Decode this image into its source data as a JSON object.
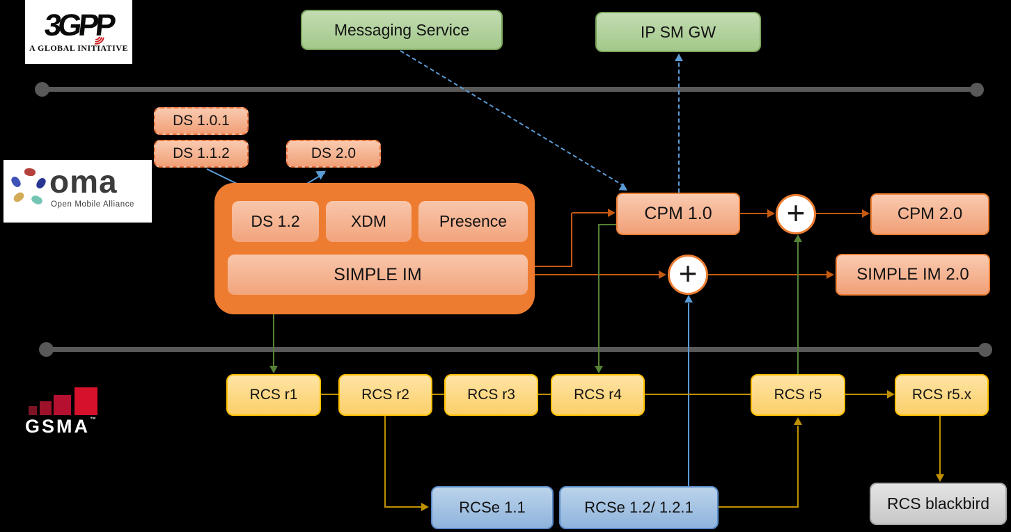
{
  "logos": {
    "threegpp": {
      "text": "3GPP",
      "tagline": "A GLOBAL INITIATIVE"
    },
    "oma": {
      "text": "oma",
      "tagline": "Open Mobile Alliance"
    },
    "gsma": {
      "text": "GSMA",
      "tm": "TM"
    }
  },
  "nodes": {
    "messaging_service": {
      "label": "Messaging Service"
    },
    "ip_sm_gw": {
      "label": "IP SM GW"
    },
    "ds_1_0_1": {
      "label": "DS 1.0.1"
    },
    "ds_1_1_2": {
      "label": "DS 1.1.2"
    },
    "ds_2_0": {
      "label": "DS 2.0"
    },
    "ds_1_2": {
      "label": "DS 1.2"
    },
    "xdm": {
      "label": "XDM"
    },
    "presence": {
      "label": "Presence"
    },
    "simple_im": {
      "label": "SIMPLE IM"
    },
    "cpm_1_0": {
      "label": "CPM 1.0"
    },
    "cpm_2_0": {
      "label": "CPM 2.0"
    },
    "simple_im_2_0": {
      "label": "SIMPLE IM 2.0"
    },
    "rcs_r1": {
      "label": "RCS r1"
    },
    "rcs_r2": {
      "label": "RCS r2"
    },
    "rcs_r3": {
      "label": "RCS r3"
    },
    "rcs_r4": {
      "label": "RCS r4"
    },
    "rcs_r5": {
      "label": "RCS r5"
    },
    "rcs_r5x": {
      "label": "RCS r5.x"
    },
    "rcse_1_1": {
      "label": "RCSe 1.1"
    },
    "rcse_1_2": {
      "label": "RCSe 1.2/ 1.2.1"
    },
    "rcs_blackbird": {
      "label": "RCS blackbird"
    }
  },
  "symbols": {
    "plus": "+"
  },
  "colors": {
    "background": "#000000",
    "green_fill": "#aecf99",
    "green_border": "#7ba45c",
    "orange_container": "#ee7c30",
    "salmon_fill": "#f5b28c",
    "orange_border": "#ed7d31",
    "yellow_fill": "#fdd97f",
    "yellow_border": "#ffc000",
    "blue_fill": "#a4c2e3",
    "blue_border": "#5a8ac6",
    "gray_fill": "#d6d6d6",
    "gray_border": "#a6a6a6",
    "line_orange": "#c55a11",
    "line_green": "#548235",
    "line_blue": "#5b9bd5",
    "line_yellow": "#bf9000",
    "timeline_gray": "#595959",
    "logo_red": "#d21f26",
    "gsma_red": "#d6112c"
  }
}
